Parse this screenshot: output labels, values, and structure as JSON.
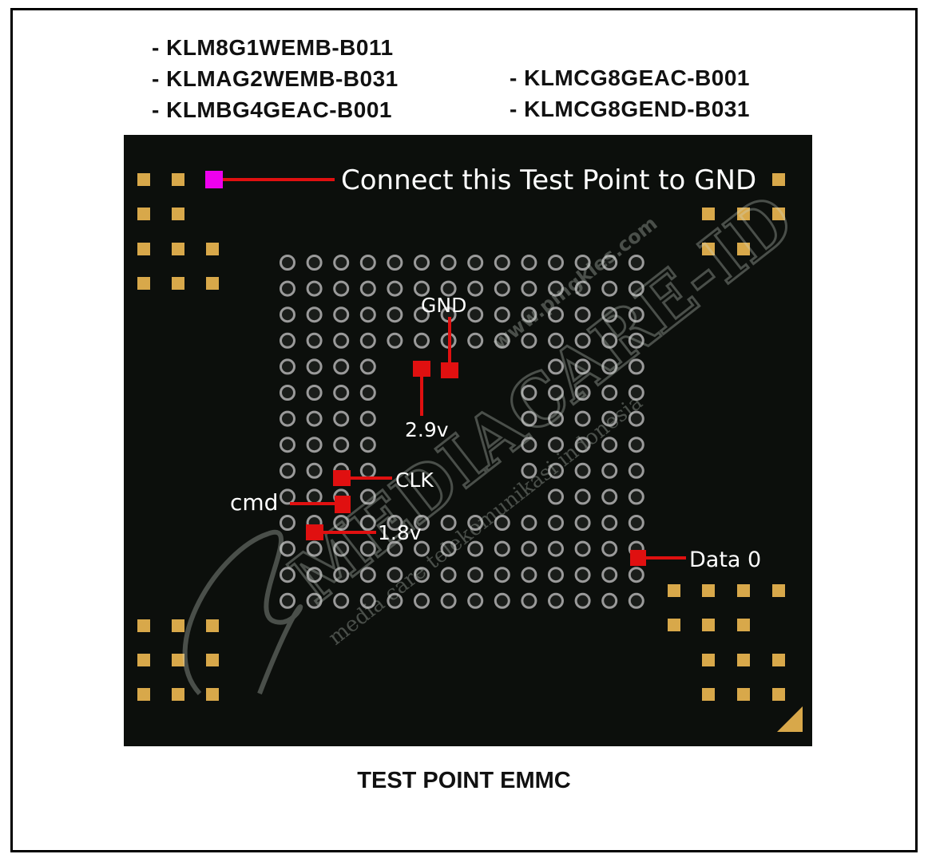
{
  "models_left": [
    "- KLM8G1WEMB-B011",
    "- KLMAG2WEMB-B031",
    "- KLMBG4GEAC-B001"
  ],
  "models_right": [
    "- KLMCG8GEAC-B001",
    "- KLMCG8GEND-B031"
  ],
  "caption": "TEST POINT EMMC",
  "labels": {
    "gnd_testpoint": "Connect this Test Point to GND",
    "gnd": "GND",
    "v29": "2.9v",
    "clk": "CLK",
    "cmd": "cmd",
    "v18": "1.8v",
    "data0": "Data 0"
  },
  "watermark": {
    "brand": "MEDIACARE-ID",
    "tagline": "media care telekomunikasi indonesia",
    "site": "www.pingkles.com"
  },
  "colors": {
    "board": "#0c0f0c",
    "pad": "#d8a84a",
    "ball": "#9a9a9a",
    "marker": "#e01010",
    "gnd_marker": "#ee00ee",
    "label": "#ffffff"
  }
}
